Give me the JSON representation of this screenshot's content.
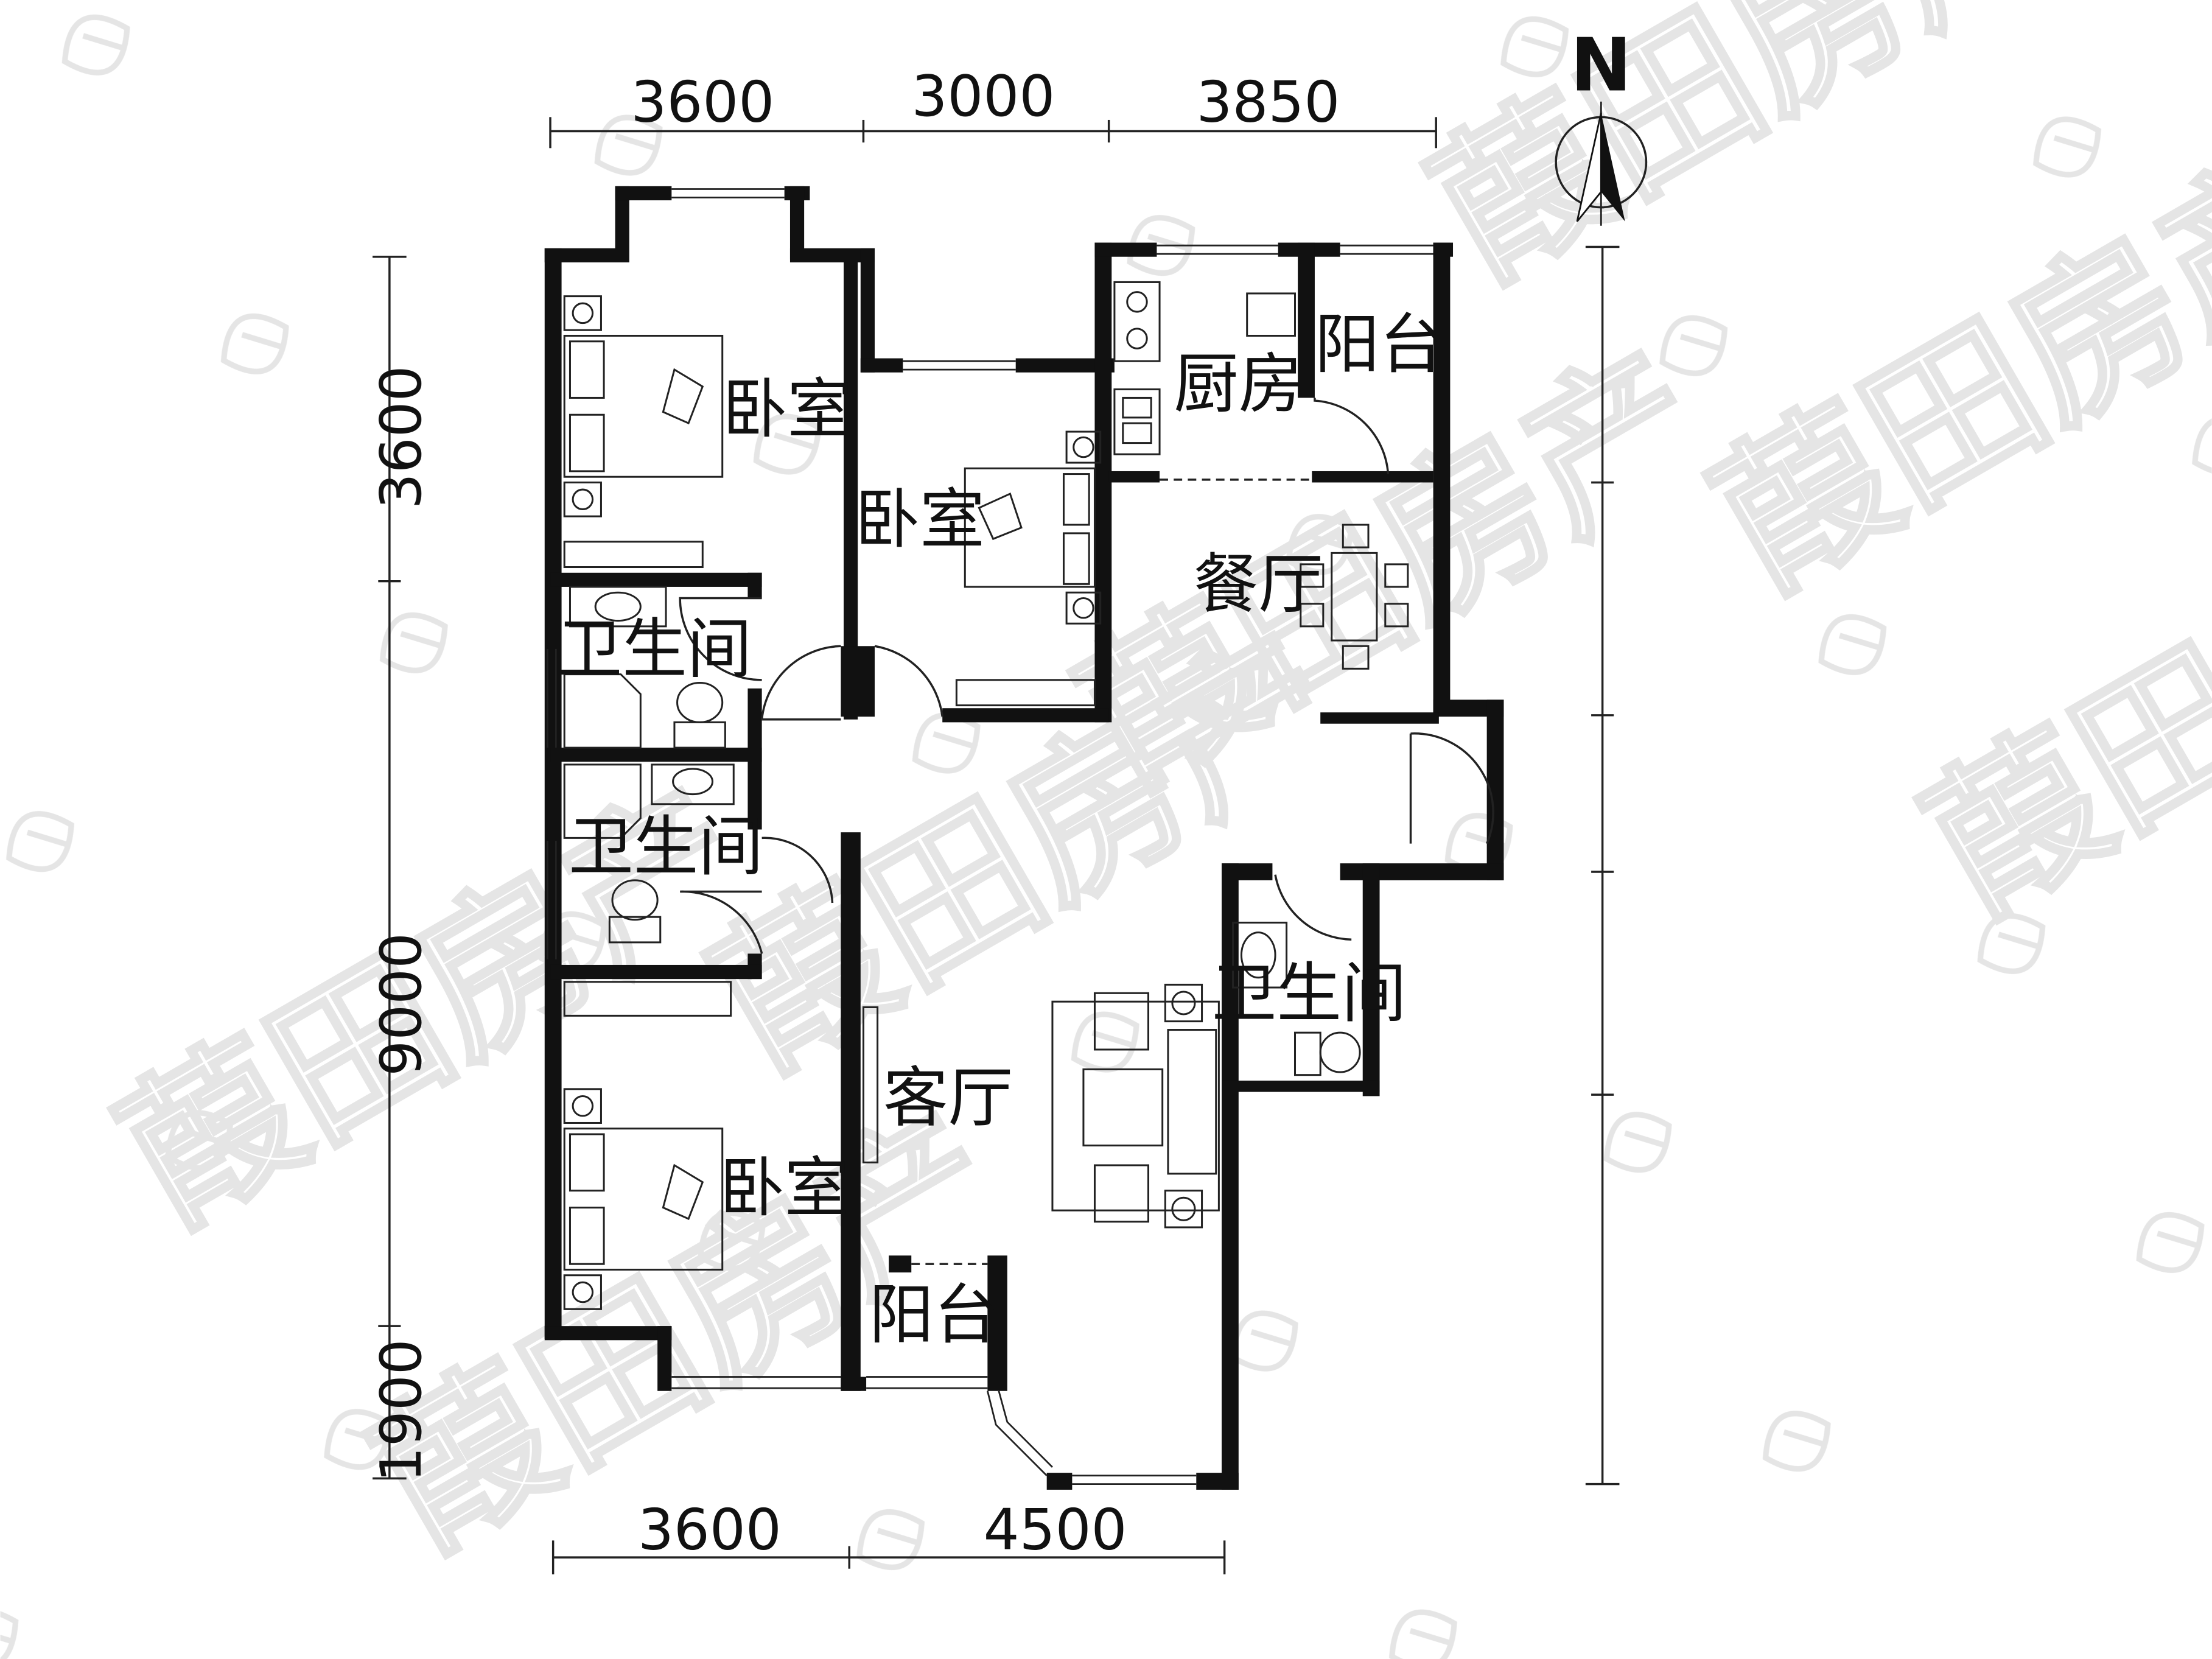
{
  "colors": {
    "wall": "#111111",
    "line": "#222222",
    "watermark": "#e3e3e3"
  },
  "compass": {
    "label": "N",
    "icon": "north-arrow-icon"
  },
  "dimensions": {
    "top": [
      "3600",
      "3000",
      "3850"
    ],
    "left": [
      "3600",
      "9000",
      "1900"
    ],
    "bottom": [
      "3600",
      "4500"
    ]
  },
  "rooms": {
    "bedroom_top_left": "卧室",
    "bedroom_middle": "卧室",
    "kitchen": "厨房",
    "balcony_top_right": "阳台",
    "dining": "餐厅",
    "bathroom_upper": "卫生间",
    "bathroom_lower": "卫生间",
    "bathroom_right": "卫生间",
    "living": "客厅",
    "bedroom_bottom_left": "卧室",
    "balcony_bottom": "阳台"
  },
  "watermark": {
    "text": "葭田房产",
    "icon": "agency-logo-icon"
  }
}
